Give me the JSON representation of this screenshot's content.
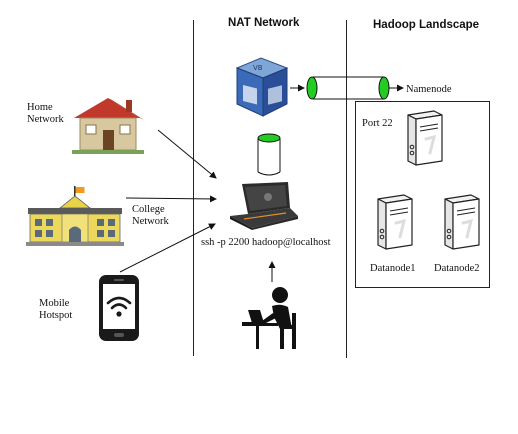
{
  "headers": {
    "nat_network": "NAT Network",
    "hadoop_landscape": "Hadoop Landscape"
  },
  "sources": {
    "home": [
      "Home",
      "Network"
    ],
    "college": [
      "College",
      "Network"
    ],
    "mobile": [
      "Mobile",
      "Hotspot"
    ]
  },
  "ssh_command": "ssh  -p 2200 hadoop@localhost",
  "cluster": {
    "namenode_arrow": "Namenode",
    "port": "Port  22",
    "datanode1": "Datanode1",
    "datanode2": "Datanode2"
  },
  "icons": [
    "house-icon",
    "college-building-icon",
    "smartphone-wifi-icon",
    "virtualbox-icon",
    "laptop-icon",
    "user-at-desk-icon",
    "server-icon"
  ],
  "colors": {
    "tunnel_end": "#22cc22",
    "outline": "#222222"
  }
}
